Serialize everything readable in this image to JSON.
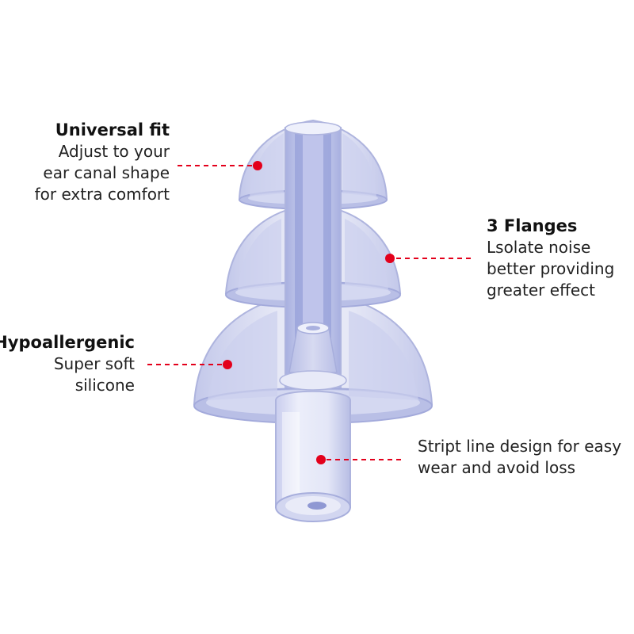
{
  "colors": {
    "accent_dot": "#e3001b",
    "leader_line": "#e3001b",
    "silicone_light": "#dfe2f3",
    "silicone_mid": "#bcc2e6",
    "silicone_dark": "#8f98d3",
    "text": "#1a1a1a"
  },
  "callouts": [
    {
      "id": "universal",
      "title": "Universal fit",
      "lines": [
        "Adjust to your",
        "ear canal shape",
        "for extra comfort"
      ]
    },
    {
      "id": "flanges",
      "title": "3 Flanges",
      "lines": [
        "Lsolate noise",
        "better providing",
        "greater effect"
      ]
    },
    {
      "id": "hypo",
      "title": "Hypoallergenic",
      "lines": [
        "Super soft",
        "silicone"
      ]
    },
    {
      "id": "stripe",
      "title": "",
      "lines": [
        "Stript line design for easy",
        "wear and avoid loss"
      ]
    }
  ],
  "figure": {
    "subject": "earplug-icon"
  }
}
